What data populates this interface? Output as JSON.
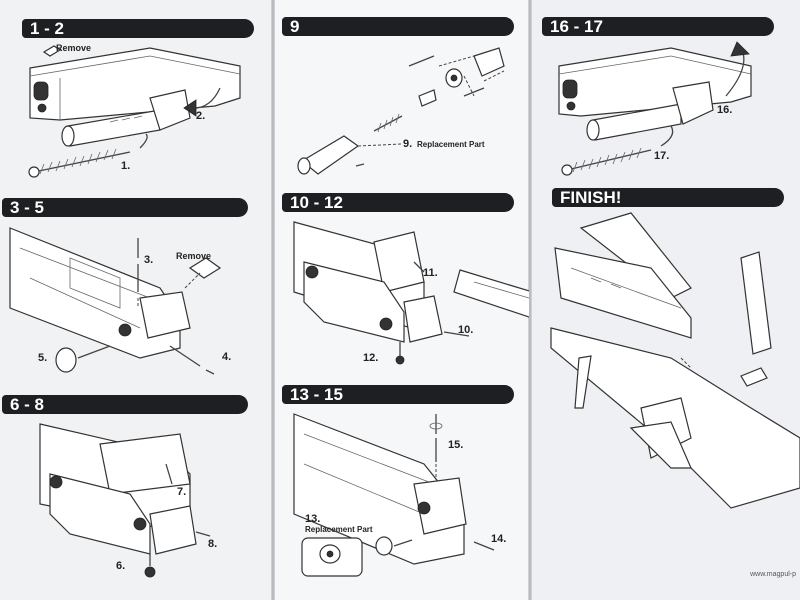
{
  "steps": {
    "s1": "1 - 2",
    "s9": "9",
    "s16": "16 - 17",
    "s3": "3 - 5",
    "s10": "10 - 12",
    "finish": "FINISH!",
    "s6": "6 - 8",
    "s13": "13 - 15"
  },
  "callouts": {
    "remove_1": "Remove",
    "n1": "1.",
    "n2": "2.",
    "n9": "9.",
    "replacement_part_9": "Replacement Part",
    "n16": "16.",
    "n17": "17.",
    "n3": "3.",
    "remove_3": "Remove",
    "n4": "4.",
    "n5": "5.",
    "n10": "10.",
    "n11": "11.",
    "n12": "12.",
    "n6": "6.",
    "n7": "7.",
    "n8": "8.",
    "n13": "13.",
    "replacement_part_13": "Replacement Part",
    "n14": "14.",
    "n15": "15."
  },
  "footer": {
    "url": "www.magpul-p"
  }
}
